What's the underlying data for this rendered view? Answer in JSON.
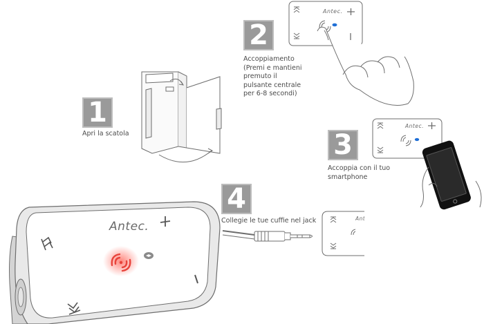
{
  "brand": "Antec.",
  "colors": {
    "step_box": "#9a9a9a",
    "line_art": "#7a7a7a",
    "pairing_glow": "#e8433b",
    "indicator_blue": "#1f6fd6"
  },
  "steps": [
    {
      "number": "1",
      "caption": "Apri la scatola"
    },
    {
      "number": "2",
      "caption": "Accoppiamento (Premi e mantieni premuto il pulsante centrale per 6-8 secondi)"
    },
    {
      "number": "3",
      "caption": "Accoppia con il tuo smartphone"
    },
    {
      "number": "4",
      "caption": "Collegie le tue cuffie nel jack"
    }
  ],
  "icons": {
    "next": "skip-next-icon",
    "prev": "skip-previous-icon",
    "plus": "volume-up-icon",
    "minus": "volume-down-icon",
    "pair": "pairing-icon",
    "bluetooth": "bluetooth-led-icon"
  }
}
